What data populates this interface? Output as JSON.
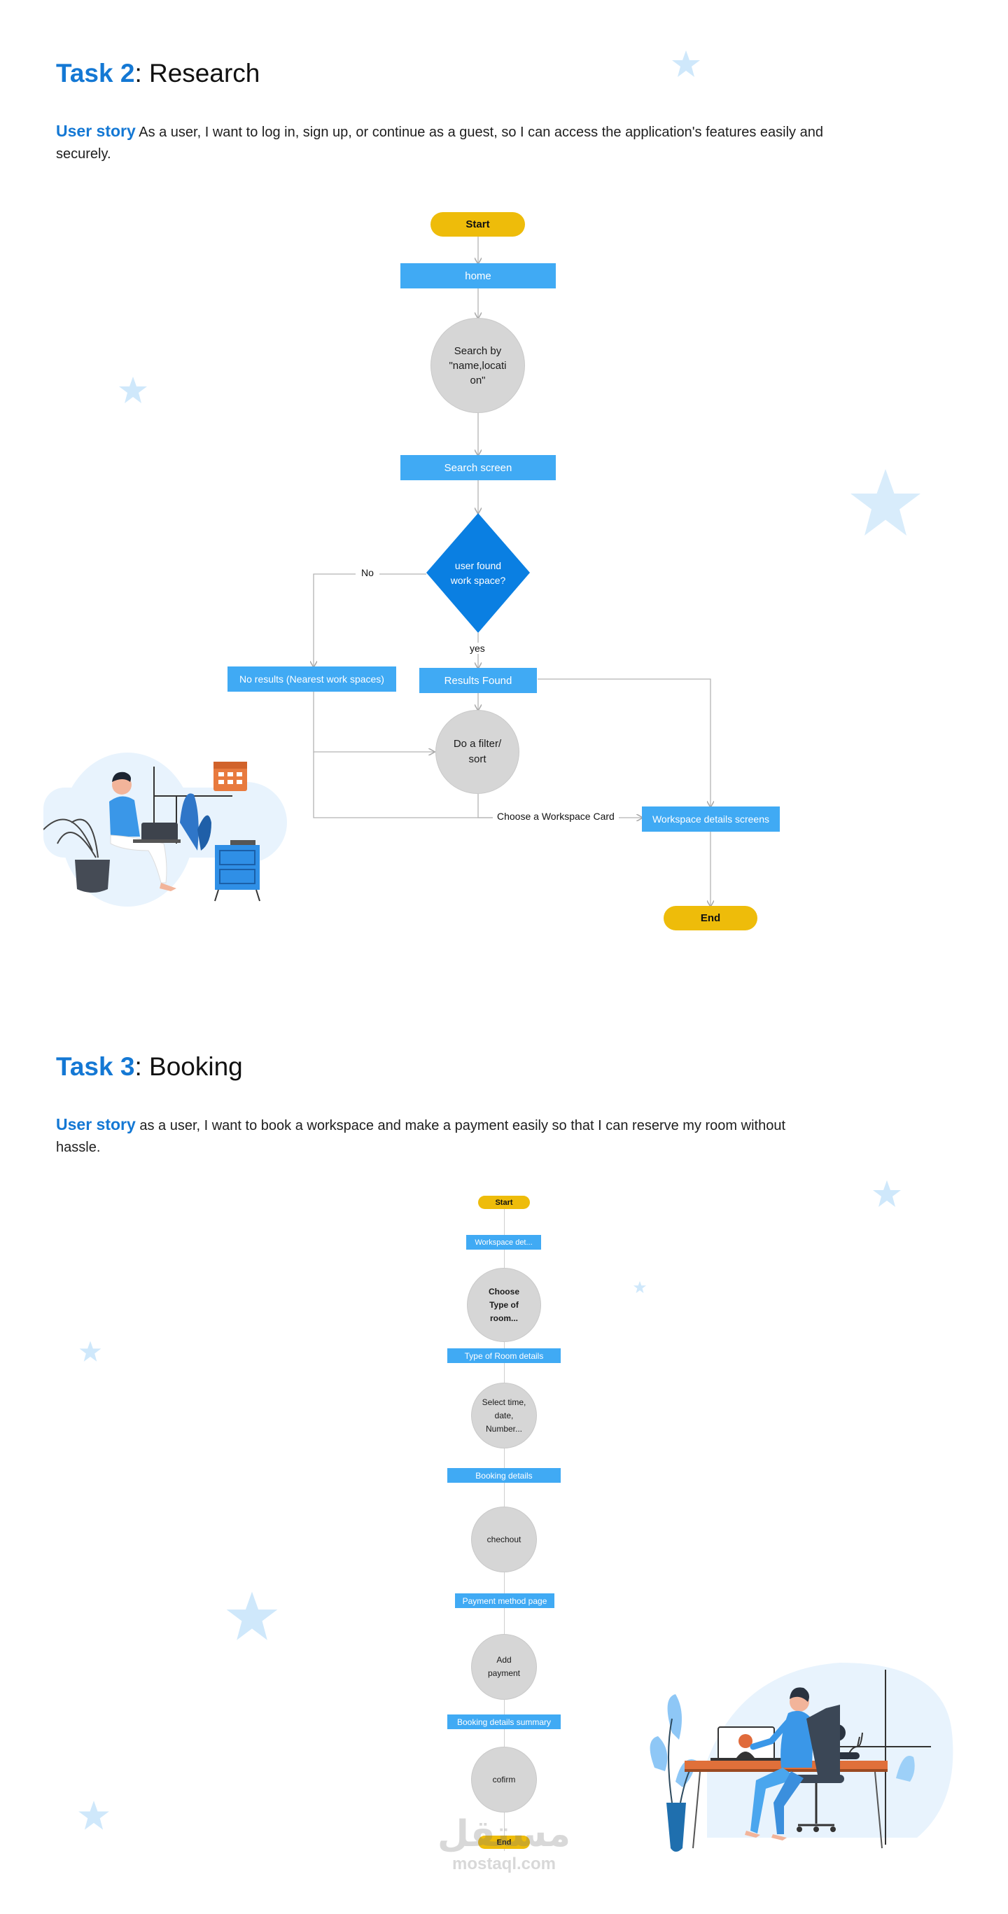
{
  "task2": {
    "title_accent": "Task 2",
    "title_rest": ": Research",
    "story_label": "User story",
    "story_text": " As a user, I want to log in, sign up, or continue as a guest, so I can access the application's features easily and securely.",
    "flow": {
      "start": "Start",
      "home": "home",
      "search_by": "Search by \"name,locati on\"",
      "search_screen": "Search screen",
      "decision": "user found work space?",
      "no_label": "No",
      "yes_label": "yes",
      "no_results": "No results (Nearest work spaces)",
      "results_found": "Results Found",
      "filter_sort": "Do a filter/ sort",
      "choose_card": "Choose a Workspace Card",
      "details_screens": "Workspace details screens",
      "end": "End"
    }
  },
  "task3": {
    "title_accent": "Task 3",
    "title_rest": ": Booking",
    "story_label": "User story",
    "story_text": " as a user, I want to book a workspace and make a payment easily so that I can reserve my room without hassle.",
    "flow": {
      "start": "Start",
      "workspace_details": "Workspace det...",
      "choose_type": "Choose Type of room...",
      "type_details": "Type of Room details",
      "select_time": "Select time, date, Number...",
      "booking_details": "Booking details",
      "checkout": "chechout",
      "payment_page": "Payment method page",
      "add_payment": "Add payment",
      "summary": "Booking details summary",
      "confirm": "cofirm",
      "end": "End"
    }
  },
  "watermark": {
    "arabic": "مستقل",
    "latin": "mostaql.com"
  },
  "colors": {
    "accent": "#1478d4",
    "box": "#40aaf4",
    "pill": "#eebc0a",
    "circle": "#d6d6d6",
    "diamond": "#0a7fe2",
    "star": "#cfe8fb"
  }
}
